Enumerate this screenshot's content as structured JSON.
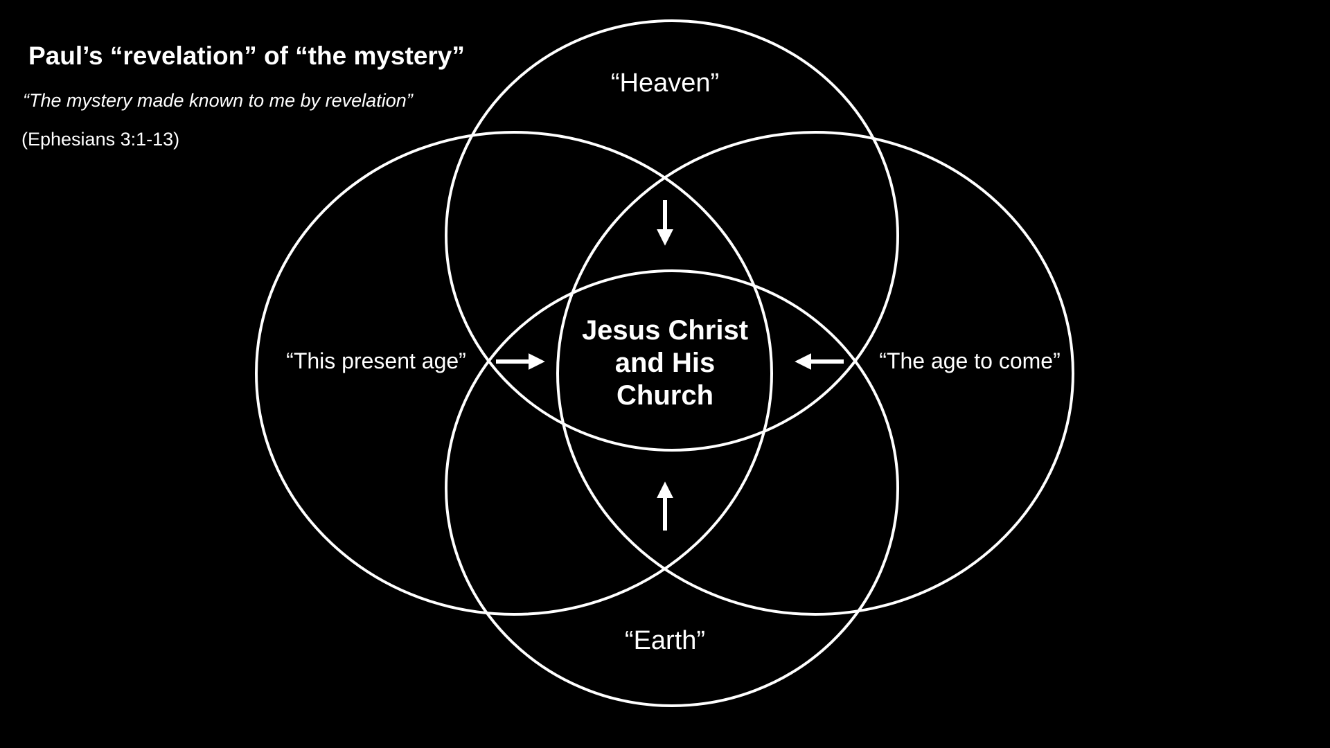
{
  "slide": {
    "title": "Paul’s “revelation” of “the mystery”",
    "subtitle": "“The mystery made known to me by revelation”",
    "reference": "(Ephesians 3:1-13)"
  },
  "diagram": {
    "circles": {
      "heaven": "“Heaven”",
      "earth": "“Earth”",
      "present_age": "“This present age”",
      "age_to_come": "“The age to come”"
    },
    "center": {
      "line1": "Jesus Christ",
      "line2": "and His",
      "line3": "Church"
    },
    "colors": {
      "background": "#000000",
      "foreground": "#ffffff"
    }
  }
}
